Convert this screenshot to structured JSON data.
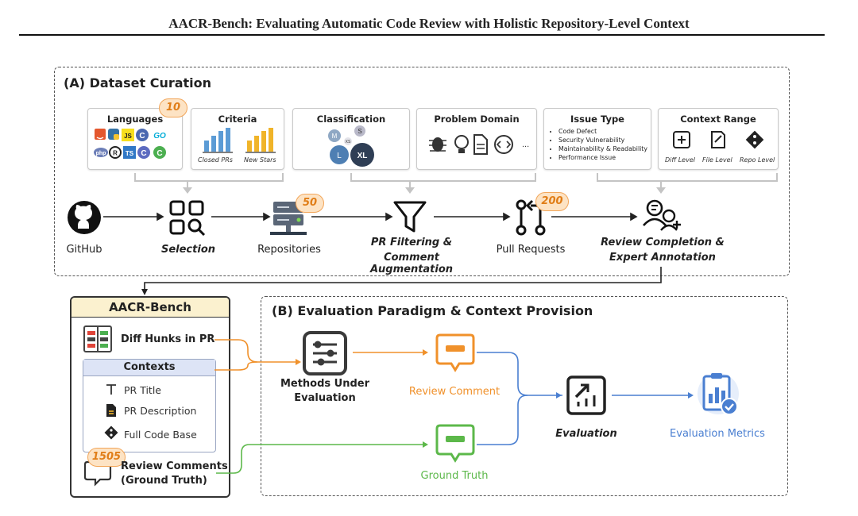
{
  "header": {
    "title": "AACR-Bench: Evaluating Automatic Code Review with Holistic Repository-Level Context"
  },
  "section_a": {
    "title": "(A) Dataset Curation",
    "languages": {
      "title": "Languages",
      "badge": "10",
      "js": "JS",
      "ts": "TS",
      "go": "GO",
      "php": "php"
    },
    "criteria": {
      "title": "Criteria",
      "closed": "Closed PRs",
      "stars": "New Stars"
    },
    "classification": {
      "title": "Classification",
      "m": "M",
      "s": "S",
      "xs": "XS",
      "l": "L",
      "xl": "XL"
    },
    "problem_domain": {
      "title": "Problem Domain",
      "more": "..."
    },
    "issue_type": {
      "title": "Issue Type",
      "items": [
        "Code Defect",
        "Security Vulnerability",
        "Maintainability & Readability",
        "Performance Issue"
      ]
    },
    "context_range": {
      "title": "Context Range",
      "diff": "Diff Level",
      "file": "File Level",
      "repo": "Repo Level"
    },
    "flow": {
      "github": "GitHub",
      "selection": "Selection",
      "repositories": "Repositories",
      "repo_badge": "50",
      "filter_line1": "PR Filtering &",
      "filter_line2": "Comment Augmentation",
      "pull_requests": "Pull Requests",
      "pr_badge": "200",
      "review_line1": "Review Completion &",
      "review_line2": "Expert Annotation"
    }
  },
  "bench": {
    "title": "AACR-Bench",
    "diff_hunks": "Diff Hunks in PR",
    "contexts_title": "Contexts",
    "contexts": [
      "PR Title",
      "PR Description",
      "Full Code Base"
    ],
    "review_badge": "1505",
    "review_line1": "Review Comments",
    "review_line2": "(Ground Truth)"
  },
  "section_b": {
    "title": "(B) Evaluation Paradigm & Context Provision",
    "methods_line1": "Methods Under",
    "methods_line2": "Evaluation",
    "review_comment": "Review Comment",
    "ground_truth": "Ground Truth",
    "evaluation": "Evaluation",
    "metrics": "Evaluation Metrics"
  },
  "colors": {
    "orange": "#f0912b",
    "green": "#5cb84a",
    "blue": "#4a7fd1",
    "badge_bg": "#fde3c4"
  }
}
